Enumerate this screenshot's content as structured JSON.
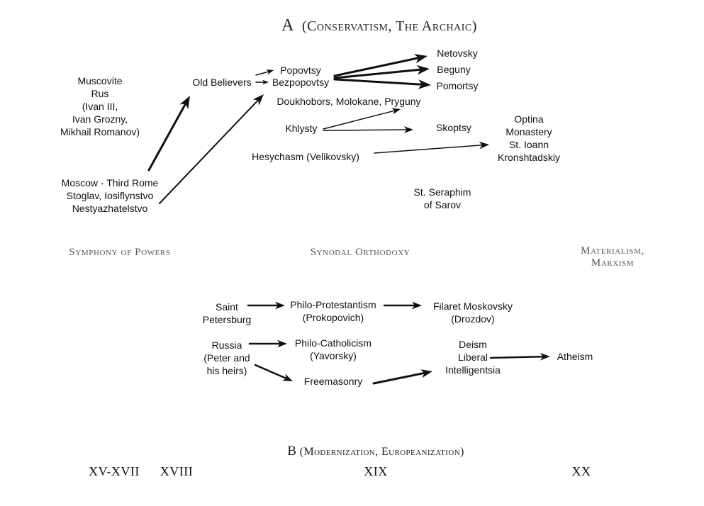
{
  "header_top": {
    "letter": "A",
    "rest": "(Conservatism, The Archaic)"
  },
  "header_bottom": {
    "letter": "B",
    "rest": "(Modernization, Europeanization)"
  },
  "bands": {
    "symphony": "Symphony of Powers",
    "synodal": "Synodal Orthodoxy",
    "materialism": "Materialism,\nMarxism"
  },
  "eras": {
    "e1": "XV-XVII",
    "e2": "XVIII",
    "e3": "XIX",
    "e4": "XX"
  },
  "nodes": {
    "muscovite": "Muscovite\nRus\n(Ivan III,\nIvan Grozny,\nMikhail Romanov)",
    "moscow_third_rome": "Moscow - Third Rome\nStoglav, Iosiflynstvo\nNestyazhatelstvo",
    "old_believers": "Old Believers",
    "popovtsy": "Popovtsy",
    "bezpopovtsy": "Bezpopovtsy",
    "netovsky": "Netovsky",
    "beguny": "Beguny",
    "pomortsy": "Pomortsy",
    "doukhobors": "Doukhobors, Molokane, Pryguny",
    "khlysty": "Khlysty",
    "skoptsy": "Skoptsy",
    "optina": "Optina\nMonastery\nSt. Ioann\nKronshtadskiy",
    "hesychasm": "Hesychasm (Velikovsky)",
    "seraphim": "St. Seraphim\nof Sarov",
    "saint_petersburg": "Saint\nPetersburg",
    "philo_protestantism": "Philo-Protestantism\n(Prokopovich)",
    "filaret": "Filaret Moskovsky\n(Drozdov)",
    "russia_peter": "Russia\n(Peter and\nhis heirs)",
    "philo_catholicism": "Philo-Catholicism\n(Yavorsky)",
    "freemasonry": "Freemasonry",
    "deism": "Deism\nLiberal\nIntelligentsia",
    "atheism": "Atheism"
  }
}
